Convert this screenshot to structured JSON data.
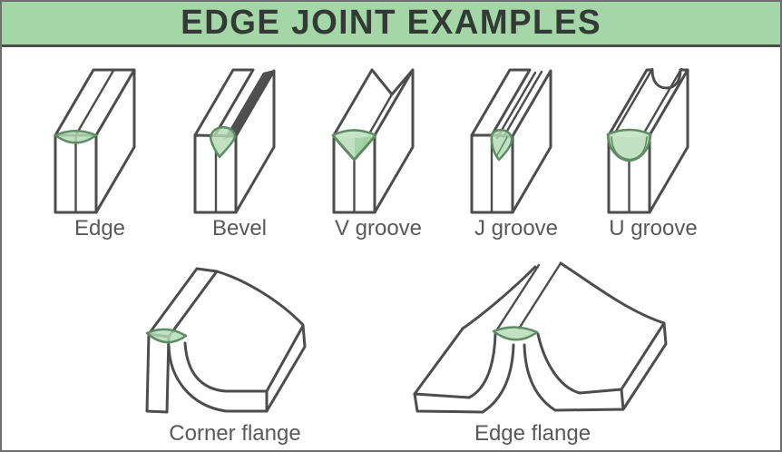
{
  "header": {
    "title": "EDGE JOINT EXAMPLES",
    "background_color": "#a5d6a7",
    "border_color": "#4c4c4c",
    "text_color": "#333a35"
  },
  "joints": {
    "row1": [
      {
        "id": "edge",
        "label": "Edge"
      },
      {
        "id": "bevel",
        "label": "Bevel"
      },
      {
        "id": "v-groove",
        "label": "V groove"
      },
      {
        "id": "j-groove",
        "label": "J groove"
      },
      {
        "id": "u-groove",
        "label": "U groove"
      }
    ],
    "row2": [
      {
        "id": "corner-flange",
        "label": "Corner flange"
      },
      {
        "id": "edge-flange",
        "label": "Edge flange"
      }
    ]
  },
  "colors": {
    "line": "#4d4d4d",
    "label_text": "#595959",
    "weld_fill": "#b3dab5",
    "weld_cap": "#c9e7ca",
    "weld_shade": "#9fd0a2",
    "weld_stroke": "#5e8c63",
    "page_border": "#6e6e6e"
  }
}
